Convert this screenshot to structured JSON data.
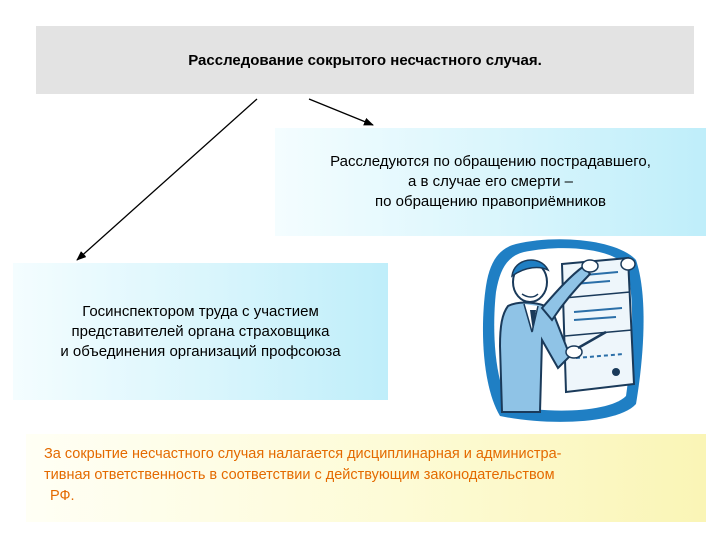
{
  "title": "Расследование сокрытого несчастного случая.",
  "right_box": {
    "lines": [
      "Расследуются по обращению пострадавшего,",
      "а в случае его смерти –",
      "по обращению правоприёмников"
    ]
  },
  "left_box": {
    "lines": [
      "Госинспектором труда с участием",
      "представителей органа страховщика",
      "и объединения организаций профсоюза"
    ]
  },
  "note": {
    "lines": [
      "За сокрытие несчастного случая налагается дисциплинарная и администра-",
      "тивная ответственность в соответствии с действующим законодательством",
      "РФ."
    ],
    "color": "#e46a00"
  },
  "illustration": {
    "icon": "man-holding-document-illustration"
  }
}
